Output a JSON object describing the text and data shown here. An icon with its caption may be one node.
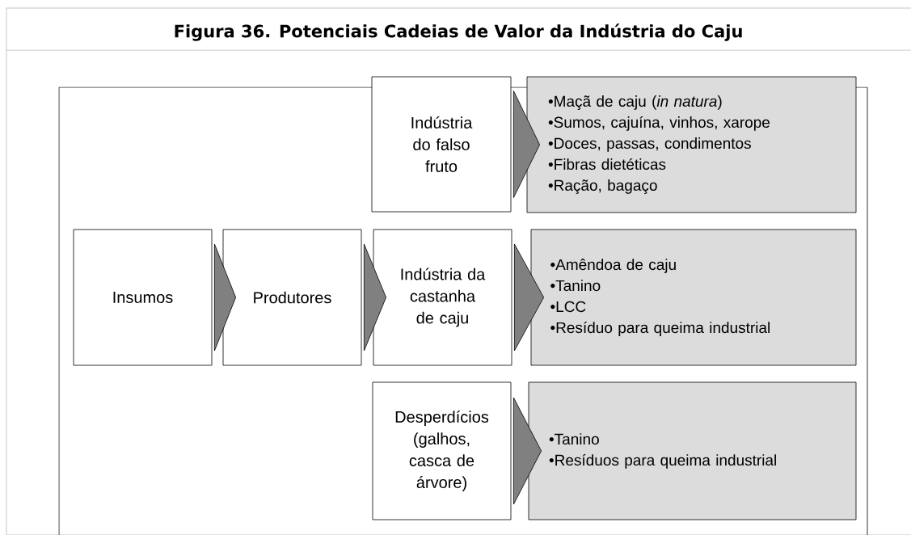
{
  "diagram": {
    "title": "Figura 36. Potenciais Cadeias de Valor da Indústria do Caju",
    "nodes": [
      {
        "text": [
          "Insumos"
        ]
      },
      {
        "text": [
          "Produtores"
        ]
      },
      {
        "text": [
          "Indústria do falso fruto"
        ]
      },
      {
        "text": [
          "•Maçã de caju (*in natura*)",
          "•Sumos, cajuína, vinhos, xarope",
          "•Doces, passas, condimentos",
          "•Fibras dietéticas",
          "•Ração, bagaço"
        ]
      },
      {
        "text": [
          "Indústria da castanha de caju"
        ]
      },
      {
        "text": [
          "•Amêndoa de caju",
          "•Tanino",
          "•LCC",
          "•Resíduo para queima industrial"
        ]
      },
      {
        "text": [
          "Desperdícios (galhos, casca de árvore)"
        ]
      },
      {
        "text": [
          "•Tanino",
          "•Resíduos para queima industrial"
        ]
      }
    ],
    "edges": [
      {
        "from": 0,
        "to": 1,
        "arrow": "to"
      },
      {
        "from": 1,
        "to": 4,
        "arrow": "to"
      },
      {
        "from": 2,
        "to": 3,
        "arrow": "to"
      },
      {
        "from": 4,
        "to": 5,
        "arrow": "to"
      },
      {
        "from": 6,
        "to": 7,
        "arrow": "to"
      }
    ]
  }
}
